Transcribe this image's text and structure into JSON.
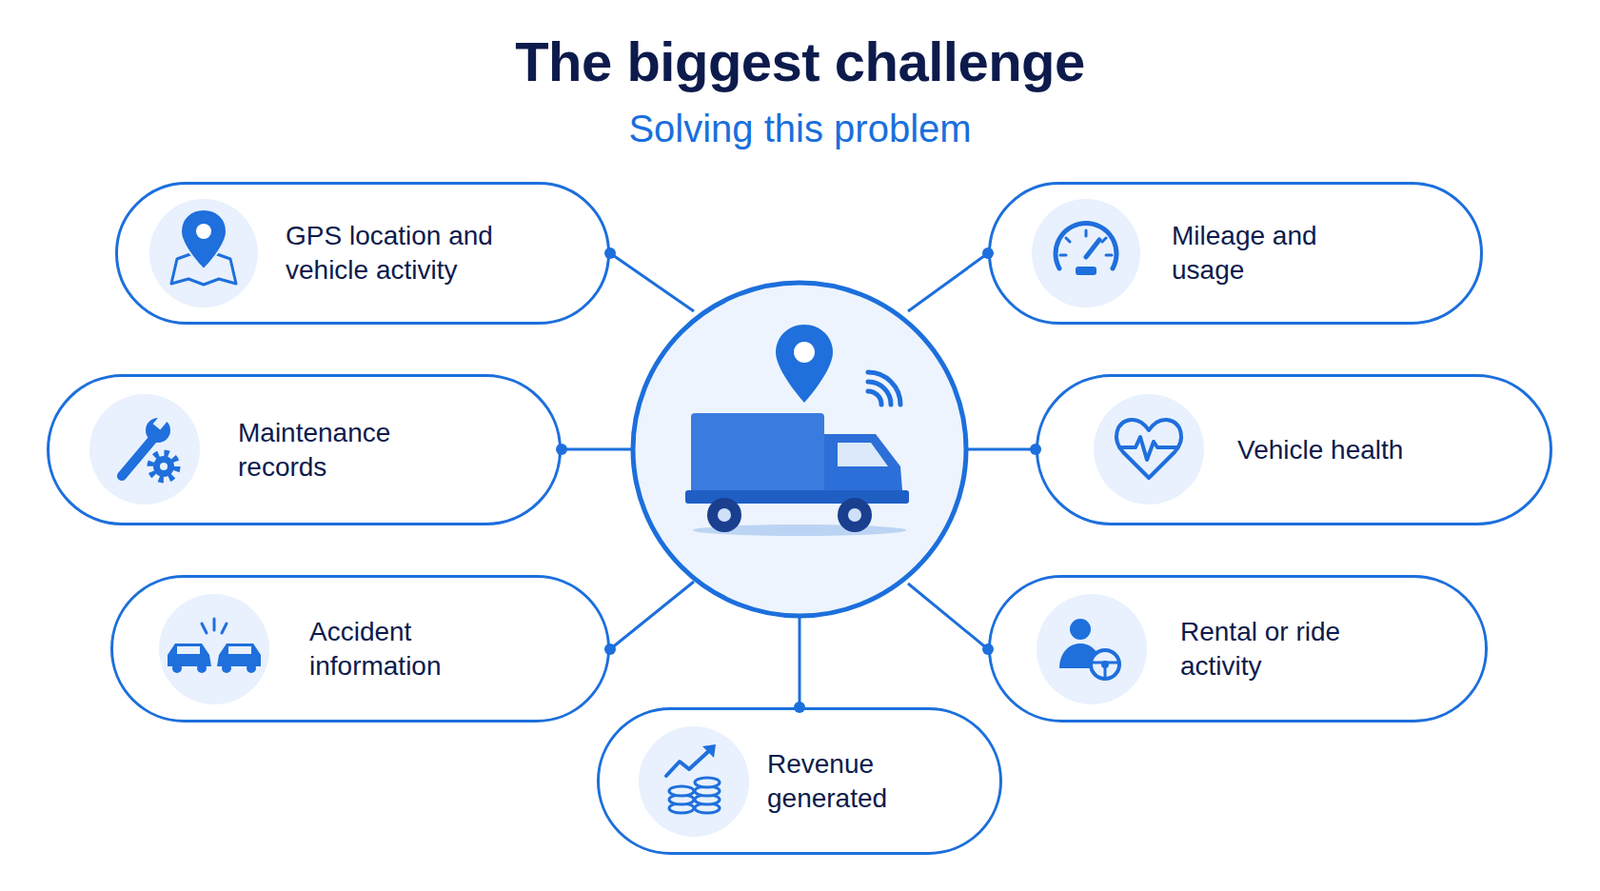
{
  "diagram": {
    "title": "The biggest challenge",
    "nodes": [
      {
        "text": [
          "GPS location and vehicle activity"
        ]
      },
      {
        "text": [
          "Mileage and usage"
        ]
      },
      {
        "text": [
          "Maintenance records"
        ]
      },
      {
        "text": [
          "Vehicle health"
        ]
      },
      {
        "text": [
          "Accident information"
        ]
      },
      {
        "text": [
          "Rental or ride activity"
        ]
      },
      {
        "text": [
          "Revenue generated"
        ]
      }
    ],
    "labels": [
      "Solving this problem"
    ]
  }
}
